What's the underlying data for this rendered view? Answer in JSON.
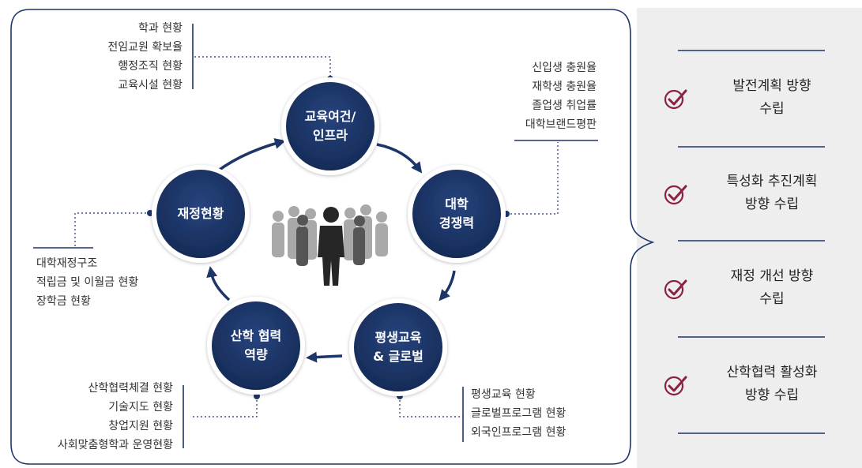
{
  "nodes": [
    {
      "id": "infra",
      "label": "교육여건/\n인프라"
    },
    {
      "id": "compete",
      "label": "대학\n경쟁력"
    },
    {
      "id": "global",
      "label": "평생교육\n& 글로벌"
    },
    {
      "id": "industry",
      "label": "산학 협력\n역량"
    },
    {
      "id": "finance",
      "label": "재정현황"
    }
  ],
  "indicator_groups": {
    "infra": [
      "학과 현황",
      "전임교원 확보율",
      "행정조직 현황",
      "교육시설 현황"
    ],
    "compete": [
      "신입생 충원율",
      "재학생 충원율",
      "졸업생 취업률",
      "대학브랜드평판"
    ],
    "finance": [
      "대학재정구조",
      "적립금 및 이월금 현황",
      "장학금 현황"
    ],
    "industry": [
      "산학협력체결 현황",
      "기술지도 현황",
      "창업지원 현황",
      "사회맞춤형학과 운영현황"
    ],
    "global": [
      "평생교육 현황",
      "글로벌프로그램 현황",
      "외국인프로그램 현황"
    ]
  },
  "goals": [
    {
      "label": "발전계획 방향\n수립"
    },
    {
      "label": "특성화 추진계획\n방향 수립"
    },
    {
      "label": "재정 개선 방향\n수립"
    },
    {
      "label": "산학협력 활성화\n방향 수립"
    }
  ],
  "colors": {
    "node_fill": "#1d3567",
    "node_ring": "#ffffff",
    "arrow": "#1d3567",
    "check": "#8b2040",
    "panel": "#eeeeee",
    "frame": "#1d3567"
  },
  "icons": {
    "center": "people-group-icon",
    "goal": "check-circle-icon"
  }
}
